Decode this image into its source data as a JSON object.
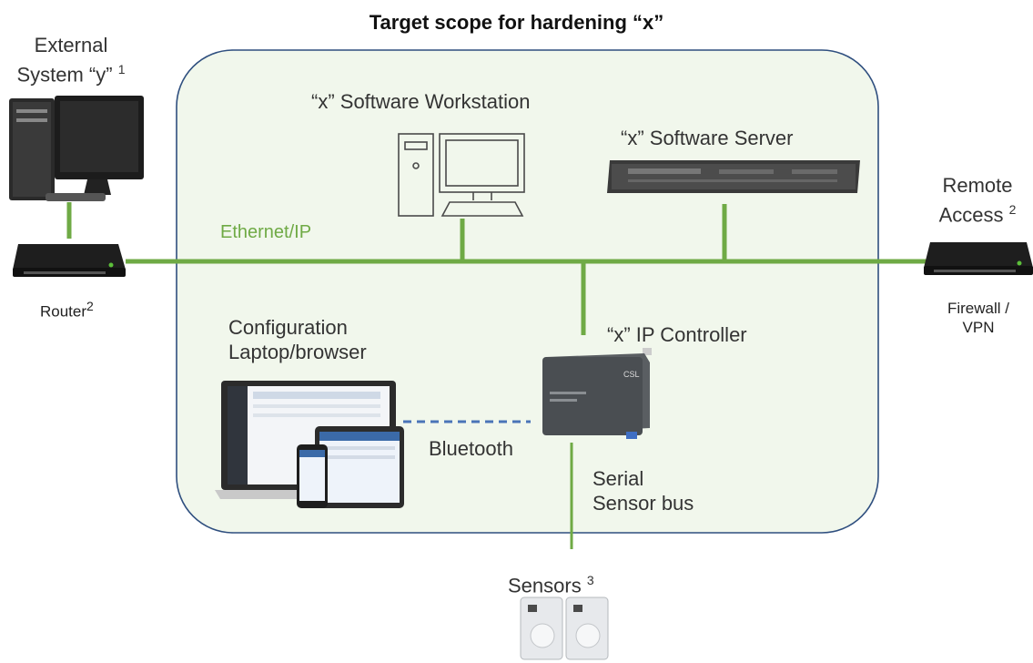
{
  "title": "Target scope for hardening “x”",
  "labels": {
    "external_system_line1": "External",
    "external_system_line2": "System “y”",
    "external_system_note": "1",
    "router": "Router",
    "router_note": "2",
    "remote_access_line1": "Remote",
    "remote_access_line2": "Access",
    "remote_access_note": "2",
    "firewall_line1": "Firewall /",
    "firewall_line2": "VPN",
    "workstation": "“x” Software Workstation",
    "server": "“x” Software Server",
    "ethernet": "Ethernet/IP",
    "config_line1": "Configuration",
    "config_line2": "Laptop/browser",
    "ip_controller": "“x” IP Controller",
    "bluetooth": "Bluetooth",
    "serial_line1": "Serial",
    "serial_line2": "Sensor bus",
    "sensors": "Sensors",
    "sensors_note": "3"
  },
  "colors": {
    "scope_fill": "#f1f7ec",
    "scope_border": "#2f4f7f",
    "link_green": "#6faa45",
    "bluetooth_dash": "#4a74b8"
  }
}
